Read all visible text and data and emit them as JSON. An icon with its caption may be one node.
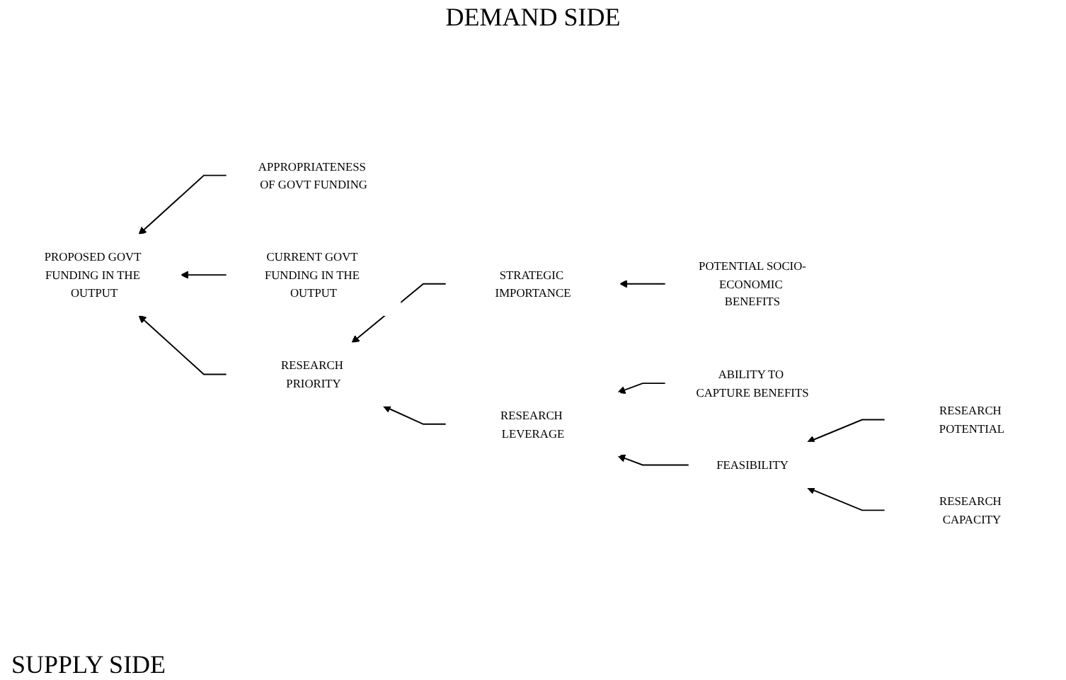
{
  "diagram": {
    "nodes": [
      {
        "text": [
          "APPROPRIATENESS OF GOVT FUNDING"
        ]
      },
      {
        "text": [
          "PROPOSED GOVT FUNDING IN THE OUTPUT"
        ]
      },
      {
        "text": [
          "CURRENT GOVT FUNDING IN THE OUTPUT"
        ]
      },
      {
        "text": [
          "STRATEGIC IMPORTANCE"
        ]
      },
      {
        "text": [
          "POTENTIAL SOCIO-ECONOMIC BENEFITS"
        ]
      },
      {
        "text": [
          "RESEARCH PRIORITY"
        ]
      },
      {
        "text": [
          "ABILITY TO CAPTURE BENEFITS"
        ]
      },
      {
        "text": [
          "RESEARCH LEVERAGE"
        ]
      },
      {
        "text": [
          "FEASIBILITY"
        ]
      },
      {
        "text": [
          "RESEARCH POTENTIAL"
        ]
      },
      {
        "text": [
          "RESEARCH CAPACITY"
        ]
      }
    ],
    "edges": [
      {
        "from": 0,
        "to": 1,
        "arrow": "to"
      },
      {
        "from": 2,
        "to": 1,
        "arrow": "to"
      },
      {
        "from": 4,
        "to": 3,
        "arrow": "to"
      },
      {
        "from": 5,
        "to": 1,
        "arrow": "to"
      },
      {
        "from": 3,
        "to": 5,
        "arrow": "to"
      },
      {
        "from": 7,
        "to": 5,
        "arrow": "to"
      },
      {
        "from": 6,
        "to": 7,
        "arrow": "to"
      },
      {
        "from": 8,
        "to": 7,
        "arrow": "to"
      },
      {
        "from": 9,
        "to": 8,
        "arrow": "to"
      },
      {
        "from": 10,
        "to": 8,
        "arrow": "to"
      }
    ],
    "labels": [
      "DEMAND SIDE",
      "SUPPLY SIDE"
    ]
  }
}
